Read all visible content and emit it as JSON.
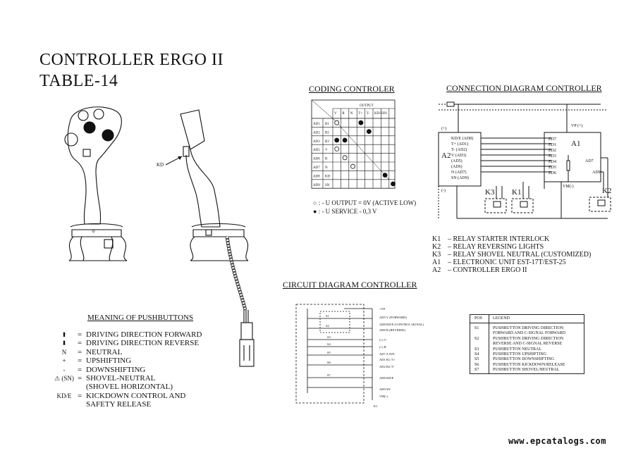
{
  "title_line1": "CONTROLLER ERGO II",
  "title_line2": "TABLE-14",
  "coding_title": "CODING CONTROLER",
  "connection_title": "CONNECTION DIAGRAM CONTROLLER",
  "circuit_title": "CIRCUIT DIAGRAM CONTROLLER",
  "meaning_title": "MEANING OF PUSHBUTTONS",
  "kd_label": "KD",
  "output_label": "OUTPUT",
  "coding_cols": [
    "V",
    "R",
    "N",
    "T+",
    "T-",
    "KD/E",
    "SN"
  ],
  "coding_rows": [
    {
      "ad": "AD1",
      "b": "B1",
      "dots": [
        [
          0,
          "empty"
        ],
        [
          3,
          "filled"
        ]
      ]
    },
    {
      "ad": "AD2",
      "b": "B2",
      "dots": [
        [
          4,
          "filled"
        ]
      ]
    },
    {
      "ad": "AD3",
      "b": "B3",
      "dots": [
        [
          0,
          "filled"
        ],
        [
          1,
          "filled"
        ]
      ]
    },
    {
      "ad": "AD5",
      "b": "V",
      "dots": [
        [
          0,
          "empty"
        ]
      ]
    },
    {
      "ad": "AD6",
      "b": "R",
      "dots": [
        [
          1,
          "empty"
        ]
      ]
    },
    {
      "ad": "AD7",
      "b": "N",
      "dots": [
        [
          2,
          "empty"
        ]
      ]
    },
    {
      "ad": "AD8",
      "b": "KD",
      "dots": [
        [
          6,
          "filled"
        ]
      ]
    },
    {
      "ad": "AD9",
      "b": "SN",
      "dots": [
        [
          7,
          "filled"
        ]
      ]
    }
  ],
  "coding_legend": [
    {
      "symbol": "○",
      "text": ": - U OUTPUT = 0V (ACTIVE LOW)"
    },
    {
      "symbol": "●",
      "text": ": - U SERVICE  - 0,3  V"
    }
  ],
  "pushbuttons": [
    {
      "sym": "⬆",
      "eq": "=",
      "text": "DRIVING DIRECTION FORWARD"
    },
    {
      "sym": "⬇",
      "eq": "=",
      "text": "DRIVING DIRECTION REVERSE"
    },
    {
      "sym": "N",
      "eq": "=",
      "text": "NEUTRAL"
    },
    {
      "sym": "+",
      "eq": "=",
      "text": "UPSHIFTING"
    },
    {
      "sym": "-",
      "eq": "=",
      "text": "DOWNSHIFTING"
    },
    {
      "sym": "⚠ (SN)",
      "eq": "=",
      "text": "SHOVEL-NEUTRAL"
    },
    {
      "sym": "",
      "eq": "",
      "text": "(SHOVEL HORIZONTAL)"
    },
    {
      "sym": "KD/E",
      "eq": "=",
      "text": "KICKDOWN CONTROL AND"
    },
    {
      "sym": "",
      "eq": "",
      "text": "SAFETY RELEASE"
    }
  ],
  "relay_list": [
    {
      "code": "K1",
      "text": "–  RELAY STARTER INTERLOCK"
    },
    {
      "code": "K2",
      "text": "–  RELAY REVERSING LIGHTS"
    },
    {
      "code": "K3",
      "text": "–  RELAY SHOVEL NEUTRAL (CUSTOMIZED)"
    },
    {
      "code": "A1",
      "text": "–  ELECTRONIC UNIT EST-17T/EST-25"
    },
    {
      "code": "A2",
      "text": "–  CONTROLLER ERGO II"
    }
  ],
  "conn": {
    "a1": "A1",
    "a2": "A2",
    "k1": "K1",
    "k2": "K2",
    "k3": "K3",
    "vp": "VP (+)",
    "vm": "VM(-)",
    "plus": "(+)",
    "minus": "(-)",
    "a2_pins": [
      "KD/E  (AD8)",
      "T+   (AD1)",
      "T-   (AD2)",
      "V    (AD3)",
      "     (AD5)",
      "     (AD6)",
      "N    (AD7)",
      "SN   (AD9)"
    ],
    "a1_pins": [
      "ED7",
      "ED1",
      "ED2",
      "ED3",
      "ED4",
      "ED5",
      "ED6"
    ],
    "a1_out": [
      "AD7",
      "AD9"
    ]
  },
  "circuit": {
    "labels": [
      "+VP",
      "AD5  V (FORWARD)",
      "AD8  KD/E (CONTROL SIGNAL)",
      "AD6  R (REVERSE)",
      "(+) V",
      "(+) R",
      "AD7  A N/N",
      "AD1  B1 /T+",
      "AD2  B2 /T-",
      "AD8  KD/E",
      "AD9  SN",
      "VM(-)"
    ],
    "switches": [
      "S1",
      "S2",
      "S3",
      "S4",
      "S5",
      "S6",
      "S7"
    ],
    "k": "K1"
  },
  "pos_table": {
    "header_pos": "POS",
    "header_legend": "LEGEND",
    "rows": [
      {
        "pos": "S1",
        "text": "PUSHBUTTON DRIVING DIRECTION"
      },
      {
        "pos": "",
        "text": "FORWARD AND C-SIGNAL FORWARD"
      },
      {
        "pos": "S2",
        "text": "PUSHBUTTON DRIVING DIRECTION"
      },
      {
        "pos": "",
        "text": "REVERSE AND C-SIGNAL REVERSE"
      },
      {
        "pos": "S3",
        "text": "PUSHBUTTON NEUTRAL"
      },
      {
        "pos": "S4",
        "text": "PUSHBUTTON UPSHIFTING"
      },
      {
        "pos": "S5",
        "text": "PUSHBUTTON DOWNSHIFTING"
      },
      {
        "pos": "S6",
        "text": "PUSHBUTTON KICKDOWN/RELEASE"
      },
      {
        "pos": "S7",
        "text": "PUSHBUTTON SHOVEL/NEUTRAL"
      }
    ]
  },
  "watermark": "www.epcatalogs.com"
}
